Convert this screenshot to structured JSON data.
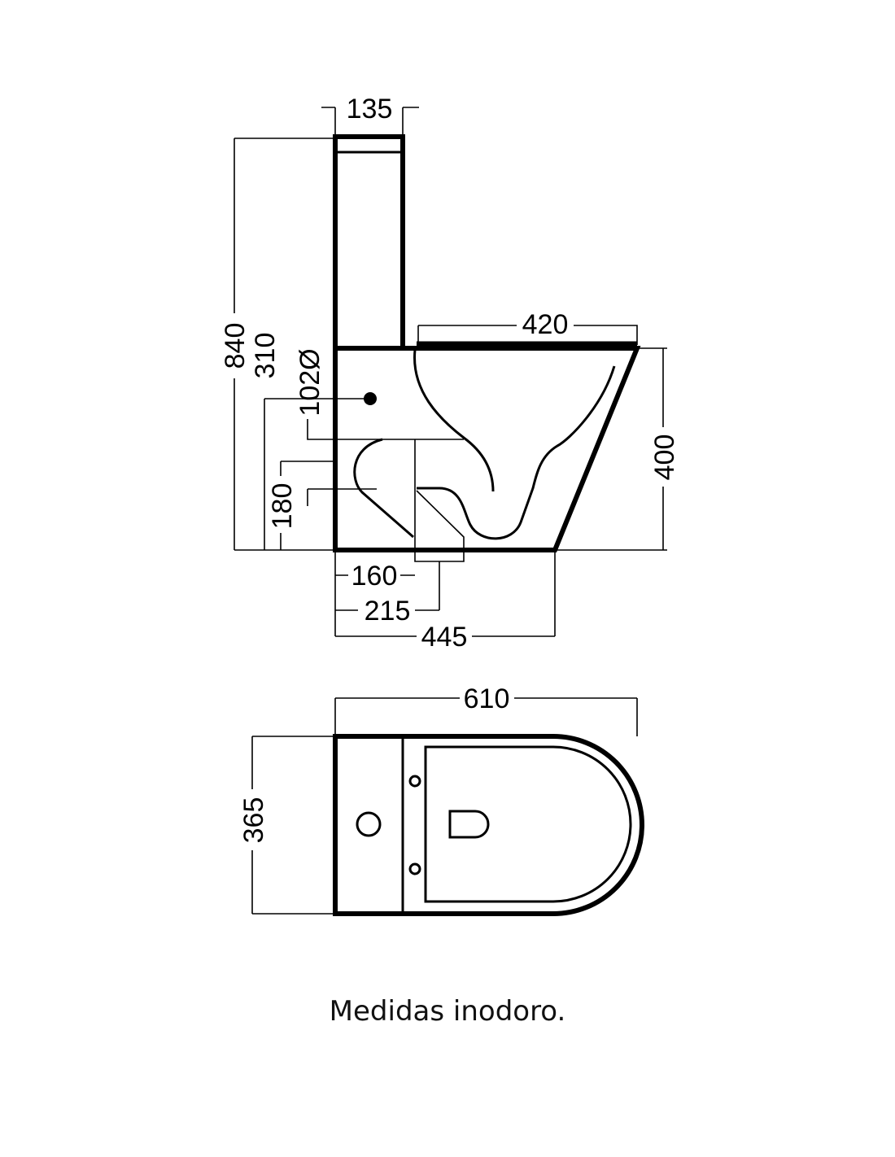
{
  "side_view": {
    "dimensions": {
      "tank_width": "135",
      "total_height": "840",
      "inlet_height": "310",
      "inlet_diameter": "102Ø",
      "outlet_height": "180",
      "seat_length": "420",
      "bowl_height": "400",
      "outlet_distance_1": "160",
      "outlet_distance_2": "215",
      "base_depth": "445"
    }
  },
  "top_view": {
    "dimensions": {
      "total_length": "610",
      "width": "365"
    }
  },
  "caption": "Medidas inodoro.",
  "colors": {
    "line": "#000000",
    "background": "#ffffff"
  }
}
